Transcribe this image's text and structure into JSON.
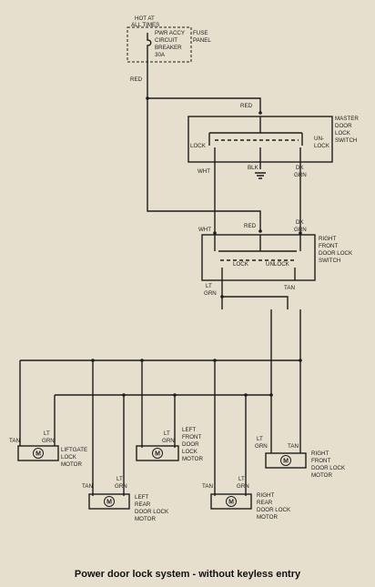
{
  "fuse": {
    "hot_line1": "HOT AT",
    "hot_line2": "ALL TIMES",
    "breaker_line1": "PWR ACCY",
    "breaker_line2": "CIRCUIT",
    "breaker_line3": "BREAKER",
    "breaker_line4": "30A",
    "panel_line1": "FUSE",
    "panel_line2": "PANEL"
  },
  "wires": {
    "red": "RED",
    "wht": "WHT",
    "blk": "BLK",
    "dk": "DK",
    "grn": "GRN",
    "lt": "LT",
    "tan": "TAN"
  },
  "master_switch": {
    "name_lines": [
      "MASTER",
      "DOOR",
      "LOCK",
      "SWITCH"
    ],
    "lock": "LOCK",
    "unlock_line1": "UN-",
    "unlock_line2": "LOCK"
  },
  "right_front_switch": {
    "name_lines": [
      "RIGHT",
      "FRONT",
      "DOOR LOCK",
      "SWITCH"
    ],
    "lock": "LOCK",
    "unlock": "UNLOCK"
  },
  "motors": {
    "symbol": "M",
    "liftgate": [
      "LIFTGATE",
      "LOCK",
      "MOTOR"
    ],
    "left_front": [
      "LEFT",
      "FRONT",
      "DOOR",
      "LOCK",
      "MOTOR"
    ],
    "left_rear": [
      "LEFT",
      "REAR",
      "DOOR LOCK",
      "MOTOR"
    ],
    "right_rear": [
      "RIGHT",
      "REAR",
      "DOOR LOCK",
      "MOTOR"
    ],
    "right_front": [
      "RIGHT",
      "FRONT",
      "DOOR LOCK",
      "MOTOR"
    ]
  },
  "caption": "Power door lock system - without keyless entry",
  "colors": {
    "paper": "#e6dfce",
    "ink": "#1d1d1d"
  }
}
